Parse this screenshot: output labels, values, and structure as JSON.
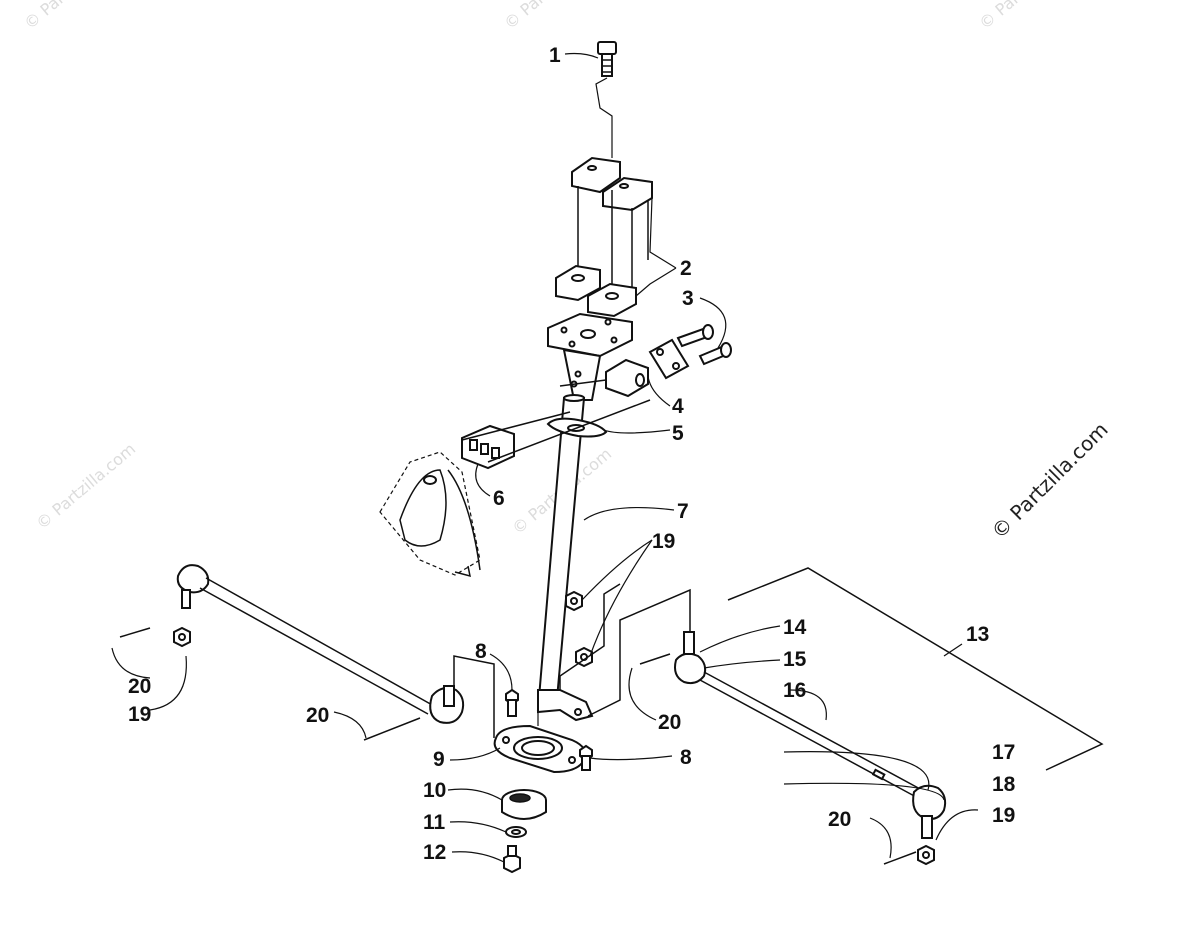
{
  "watermark": {
    "main": "© Partzilla.com",
    "faint": "© Partzilla.com"
  },
  "callouts": {
    "c1": "1",
    "c2": "2",
    "c3": "3",
    "c4": "4",
    "c5": "5",
    "c6": "6",
    "c7": "7",
    "c8a": "8",
    "c8b": "8",
    "c9": "9",
    "c10": "10",
    "c11": "11",
    "c12": "12",
    "c13": "13",
    "c14": "14",
    "c15": "15",
    "c16": "16",
    "c17": "17",
    "c18": "18",
    "c19a": "19",
    "c19b": "19",
    "c19c": "19",
    "c20a": "20",
    "c20b": "20",
    "c20c": "20",
    "c20d": "20"
  }
}
